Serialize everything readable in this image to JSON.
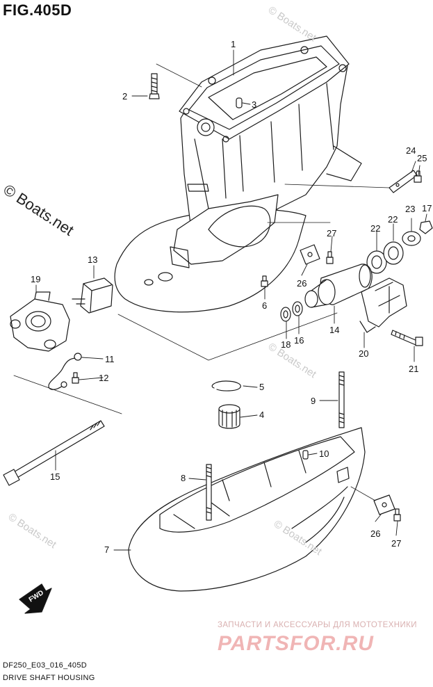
{
  "figure": {
    "title": "FIG.405D",
    "diagram_code": "DF250_E03_016_405D",
    "diagram_name": "DRIVE SHAFT HOUSING"
  },
  "watermark": {
    "main": "© Boats.net",
    "faint": "© Boats.net"
  },
  "shop": {
    "tagline": "ЗАПЧАСТИ И АКСЕССУАРЫ ДЛЯ МОТОТЕХНИКИ",
    "logo": "PARTSFOR.RU"
  },
  "fwd_label": "FWD",
  "callouts": {
    "c1": "1",
    "c2": "2",
    "c3": "3",
    "c4": "4",
    "c5": "5",
    "c6": "6",
    "c7": "7",
    "c8": "8",
    "c9": "9",
    "c10": "10",
    "c11": "11",
    "c12": "12",
    "c13": "13",
    "c14": "14",
    "c15": "15",
    "c16": "16",
    "c17": "17",
    "c18": "18",
    "c19": "19",
    "c20": "20",
    "c21": "21",
    "c22a": "22",
    "c22b": "22",
    "c23": "23",
    "c24": "24",
    "c25": "25",
    "c26a": "26",
    "c26b": "26",
    "c27a": "27",
    "c27b": "27"
  },
  "colors": {
    "line": "#1a1a1a",
    "watermark": "#c9c9c9",
    "shop_logo": "#f0b5b5"
  }
}
